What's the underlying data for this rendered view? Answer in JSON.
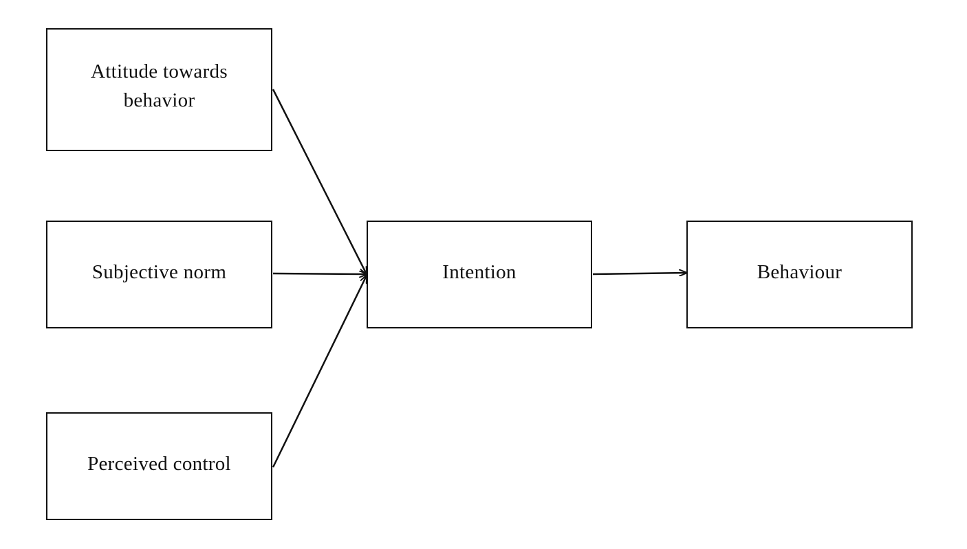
{
  "nodes": {
    "attitude": "Attitude towards\nbehavior",
    "subjective_norm": "Subjective norm",
    "perceived_control": "Perceived control",
    "intention": "Intention",
    "behaviour": "Behaviour"
  },
  "edges": [
    {
      "from": "attitude",
      "to": "intention"
    },
    {
      "from": "subjective_norm",
      "to": "intention"
    },
    {
      "from": "perceived_control",
      "to": "intention"
    },
    {
      "from": "intention",
      "to": "behaviour"
    }
  ],
  "colors": {
    "stroke": "#111111",
    "background": "#ffffff"
  }
}
